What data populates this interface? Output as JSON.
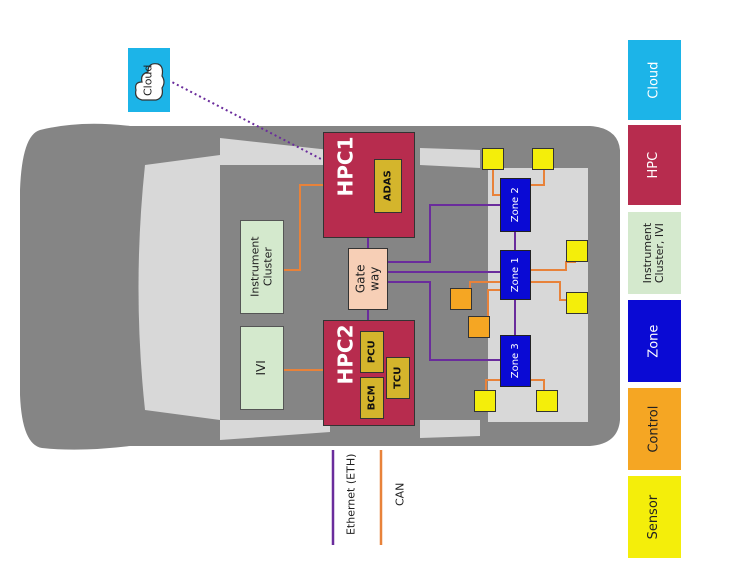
{
  "colors": {
    "car_body": "#858585",
    "car_window": "#d8d8d8",
    "cloud": "#1cb4e8",
    "hpc": "#b72c4e",
    "hpc_module": "#d4b52c",
    "instrument_ivi": "#d4e9cd",
    "zone": "#0a0ad4",
    "control": "#f5a623",
    "sensor": "#f4ee0a",
    "gateway": "#f7cfb6",
    "ethernet": "#6a2c9c",
    "can": "#e8823a"
  },
  "diagram": {
    "cloud_label": "Cloud",
    "hpc1": {
      "label": "HPC1",
      "module": "ADAS"
    },
    "hpc2": {
      "label": "HPC2",
      "modules": [
        "PCU",
        "BCM",
        "TCU"
      ]
    },
    "gateway_label": "Gate\nway",
    "instrument_cluster_label": "Instrument\nCluster",
    "ivi_label": "IVI",
    "zones": [
      "Zone 2",
      "Zone 1",
      "Zone 3"
    ]
  },
  "line_legend": [
    {
      "label": "Ethernet (ETH)",
      "color": "#6a2c9c"
    },
    {
      "label": "CAN",
      "color": "#e8823a"
    }
  ],
  "color_legend": [
    {
      "label": "Cloud",
      "color": "#1cb4e8",
      "text_color": "#ffffff"
    },
    {
      "label": "HPC",
      "color": "#b72c4e",
      "text_color": "#ffffff"
    },
    {
      "label": "Instrument\nCluster, IVI",
      "color": "#d4e9cd",
      "text_color": "#222222"
    },
    {
      "label": "Zone",
      "color": "#0a0ad4",
      "text_color": "#ffffff"
    },
    {
      "label": "Control",
      "color": "#f5a623",
      "text_color": "#222222"
    },
    {
      "label": "Sensor",
      "color": "#f4ee0a",
      "text_color": "#222222"
    }
  ]
}
